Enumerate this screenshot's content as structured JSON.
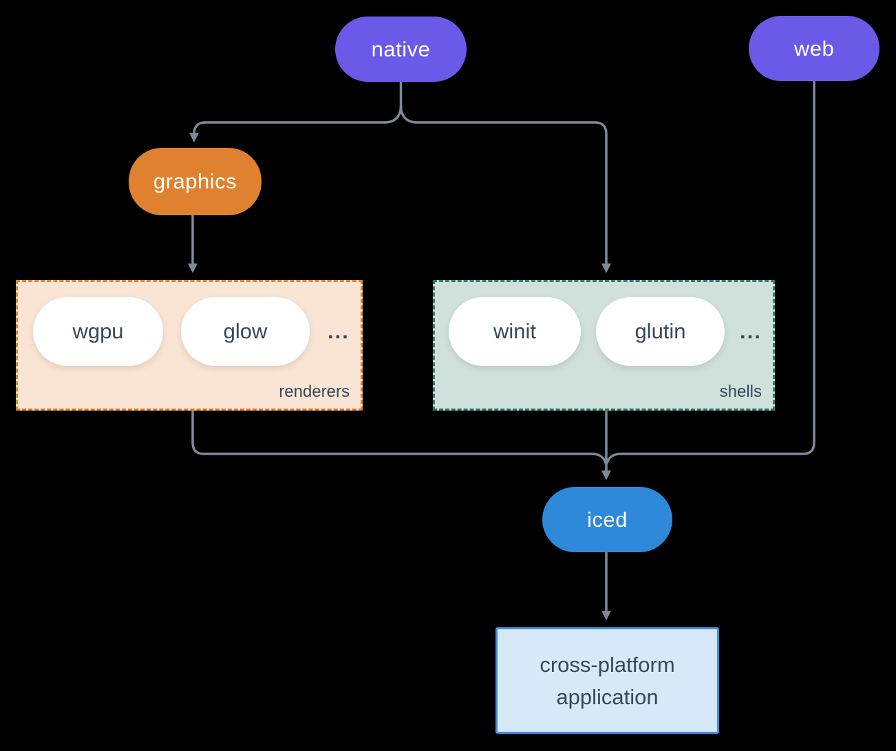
{
  "diagram": {
    "nodes": {
      "native": "native",
      "web": "web",
      "graphics": "graphics",
      "iced": "iced"
    },
    "groups": {
      "renderers": {
        "label": "renderers",
        "items": [
          "wgpu",
          "glow"
        ],
        "more": "..."
      },
      "shells": {
        "label": "shells",
        "items": [
          "winit",
          "glutin"
        ],
        "more": "..."
      }
    },
    "application": {
      "lines": [
        "cross-platform",
        "application"
      ]
    }
  },
  "colors": {
    "bg": "#000000",
    "platform-purple": "#6B5AE8",
    "graphics-orange": "#E0812F",
    "iced-blue": "#2E89DB",
    "renderers-bg": "#FAE4D4",
    "renderers-border": "#E0812F",
    "shells-bg": "#D0E0DA",
    "shells-border": "#2E7D6E",
    "app-bg": "#D7E8F8",
    "app-border": "#3E8EDE",
    "connector": "#7E8A99",
    "dark-text": "#36485A",
    "pill-text-light": "#FFFFFF"
  }
}
